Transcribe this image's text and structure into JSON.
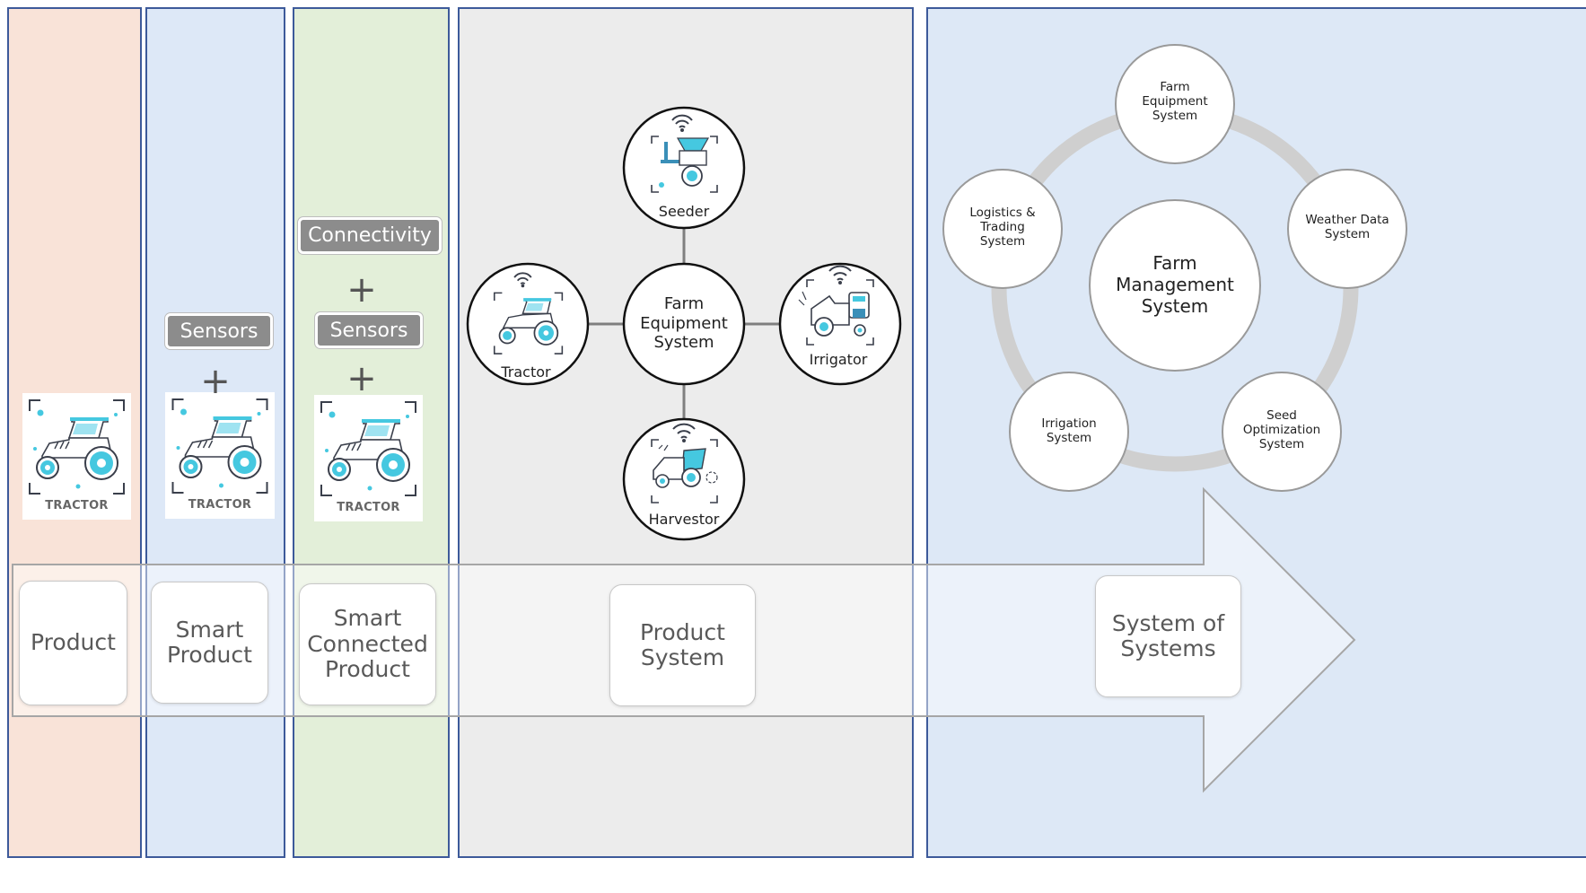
{
  "stages": [
    {
      "id": "product",
      "label": "Product",
      "color": "#f9e3d8"
    },
    {
      "id": "smart",
      "label": "Smart\nProduct",
      "color": "#dde8f7"
    },
    {
      "id": "connected",
      "label": "Smart\nConnected\nProduct",
      "color": "#e3efd9"
    },
    {
      "id": "system",
      "label": "Product\nSystem",
      "color": "#ececec"
    },
    {
      "id": "sos",
      "label": "System of\nSystems",
      "color": "#dde8f6"
    }
  ],
  "tags": {
    "sensors": "Sensors",
    "connectivity": "Connectivity",
    "plus": "+"
  },
  "card_label": "TRACTOR",
  "product_system": {
    "center": "Farm\nEquipment\nSystem",
    "nodes": {
      "seeder": "Seeder",
      "tractor": "Tractor",
      "irrigator": "Irrigator",
      "harvestor": "Harvestor"
    }
  },
  "system_of_systems": {
    "center": "Farm\nManagement\nSystem",
    "nodes": {
      "farm_equipment": "Farm\nEquipment\nSystem",
      "weather": "Weather Data\nSystem",
      "seed": "Seed\nOptimization\nSystem",
      "irrigation": "Irrigation\nSystem",
      "logistics": "Logistics &\nTrading\nSystem"
    }
  },
  "colors": {
    "border": "#3d5a9a",
    "icon_cyan": "#45c8e0",
    "icon_dark": "#3a3f4b",
    "ring": "#cfcfcf"
  }
}
